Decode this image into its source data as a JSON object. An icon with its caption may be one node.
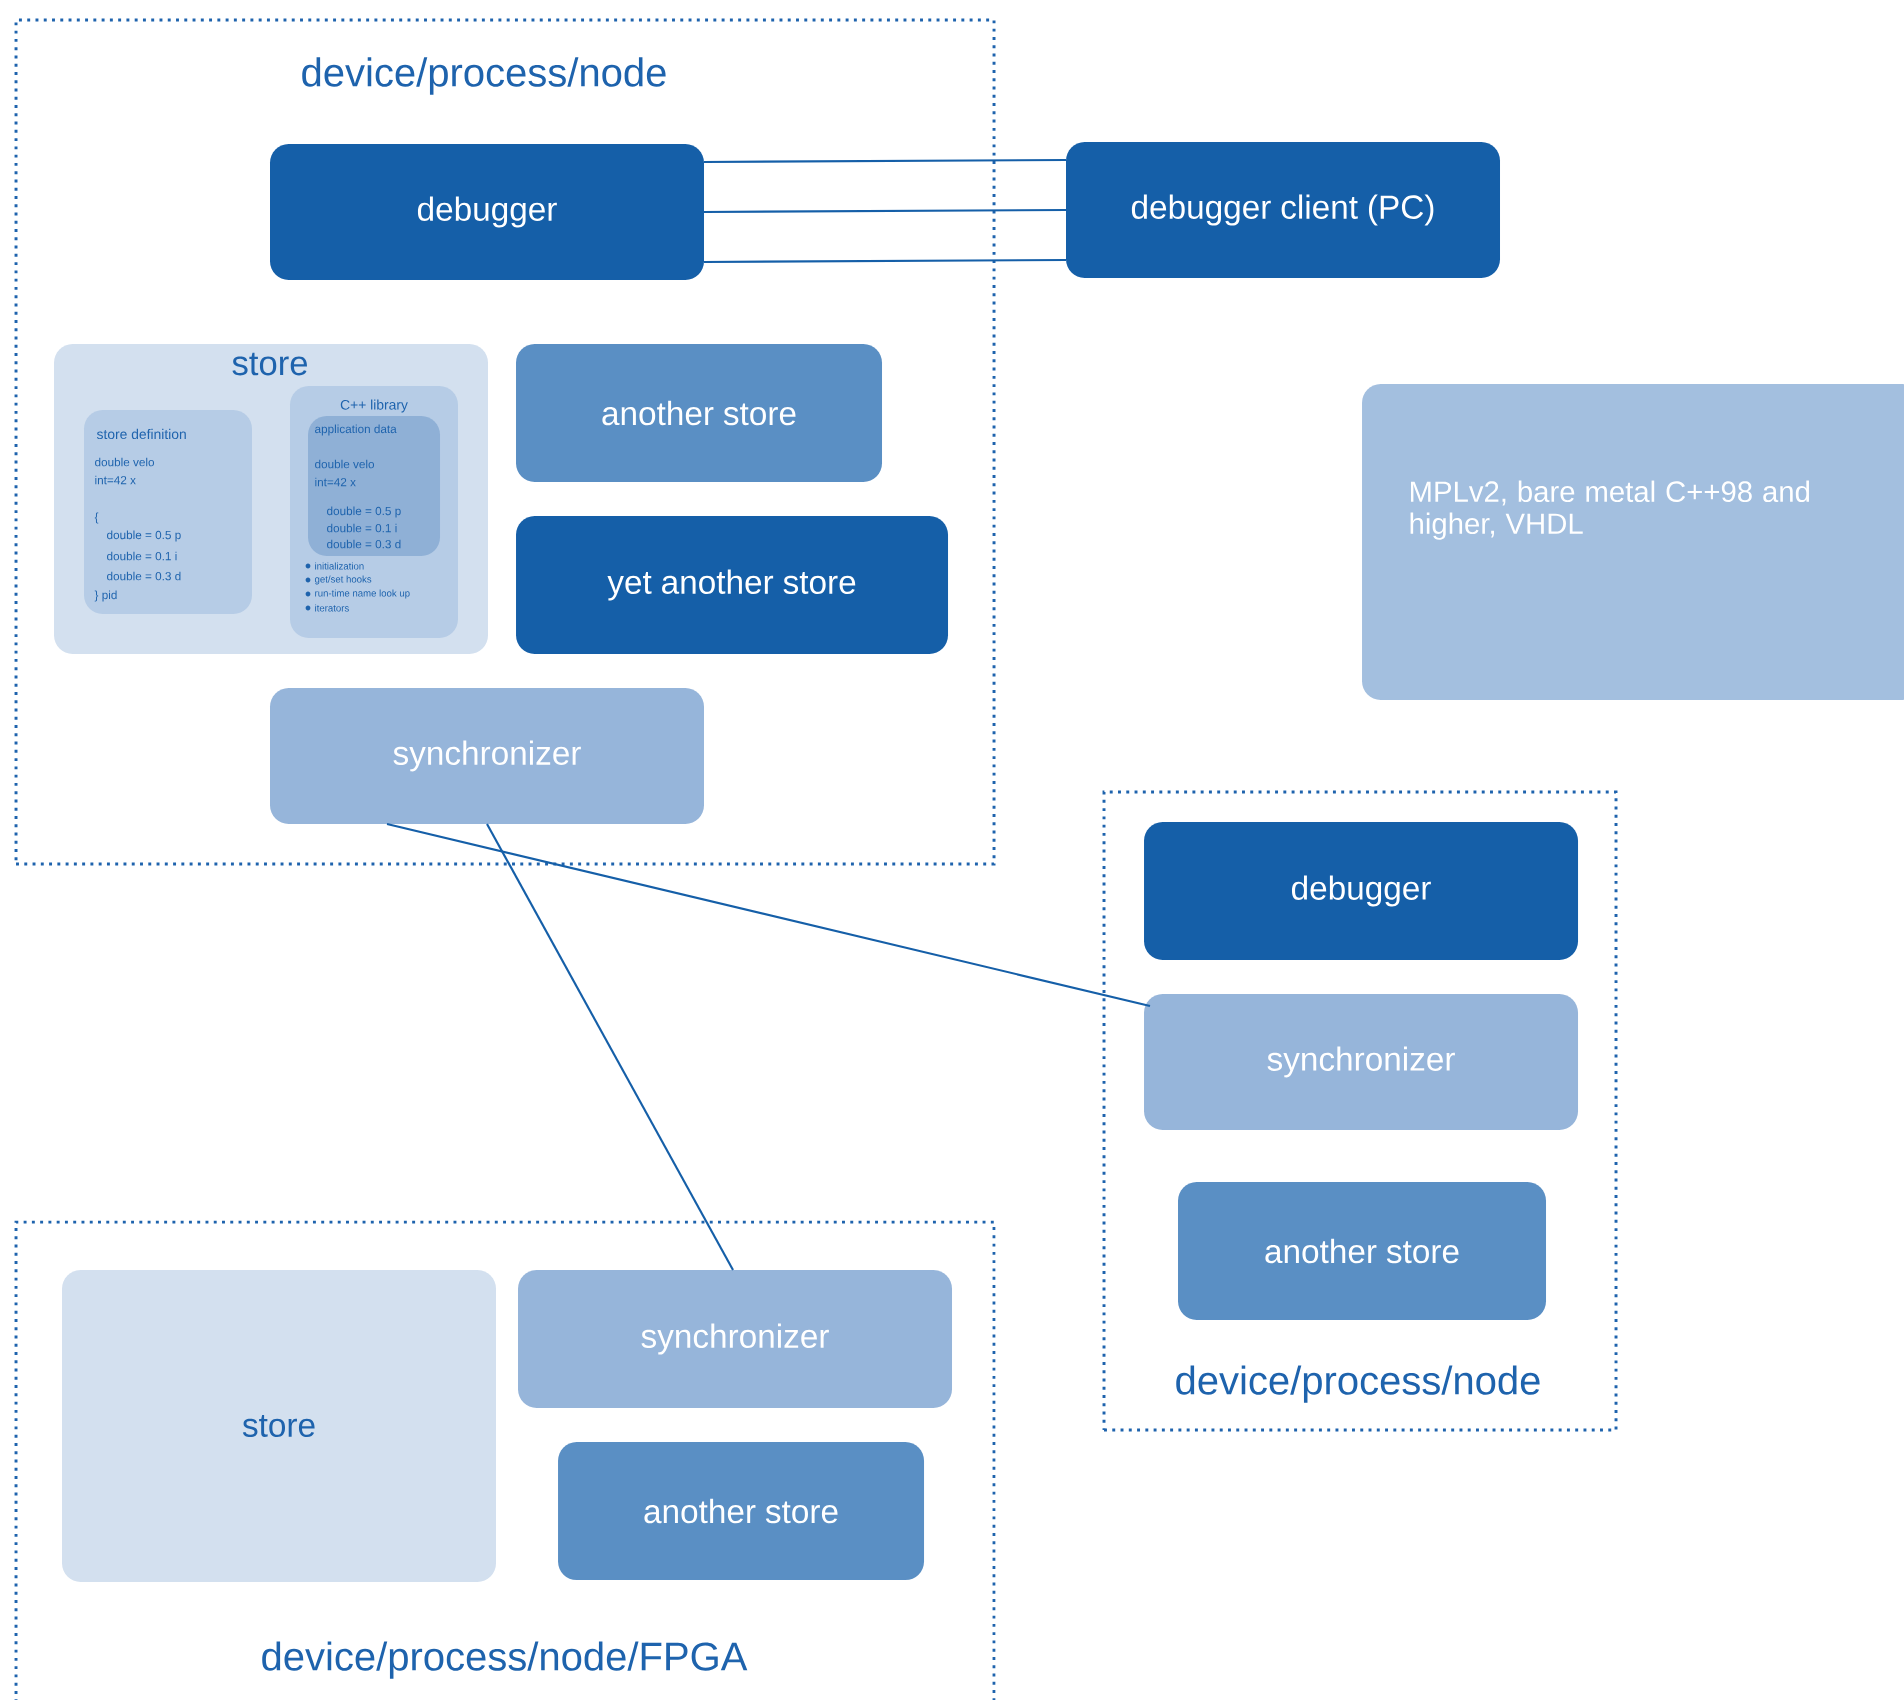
{
  "diagram": {
    "nodes": [
      {
        "text": [
          "device/process/node"
        ]
      },
      {
        "text": [
          "debugger"
        ],
        "in": 0
      },
      {
        "text": [
          "debugger client (PC)"
        ]
      },
      {
        "text": [
          "store"
        ],
        "in": 0
      },
      {
        "text": [
          "store definition",
          "double velo",
          "int=42 x",
          "{",
          "double = 0.5 p",
          "double = 0.1 i",
          "double = 0.3 d",
          "} pid"
        ],
        "in": 3
      },
      {
        "text": [
          "C++ library",
          "initialization",
          "get/set hooks",
          "run-time name look up",
          "iterators"
        ],
        "in": 3
      },
      {
        "text": [
          "application data",
          "double velo",
          "int=42 x",
          "double = 0.5 p",
          "double = 0.1 i",
          "double = 0.3 d"
        ],
        "in": 5
      },
      {
        "text": [
          "another store"
        ],
        "in": 0
      },
      {
        "text": [
          "yet another store"
        ],
        "in": 0
      },
      {
        "text": [
          "synchronizer"
        ],
        "in": 0
      },
      {
        "text": [
          "MPLv2, bare metal C++98 and higher, VHDL"
        ]
      },
      {
        "text": [
          "device/process/node"
        ]
      },
      {
        "text": [
          "debugger"
        ],
        "in": 11
      },
      {
        "text": [
          "synchronizer"
        ],
        "in": 11
      },
      {
        "text": [
          "another store"
        ],
        "in": 11
      },
      {
        "text": [
          "device/process/node/FPGA"
        ]
      },
      {
        "text": [
          "store"
        ],
        "in": 15
      },
      {
        "text": [
          "synchronizer"
        ],
        "in": 15
      },
      {
        "text": [
          "another store"
        ],
        "in": 15
      }
    ],
    "edges": [
      {
        "from": 1,
        "to": 2,
        "arrow": "none"
      },
      {
        "from": 1,
        "to": 2,
        "arrow": "none"
      },
      {
        "from": 1,
        "to": 2,
        "arrow": "none"
      },
      {
        "from": 9,
        "to": 13,
        "arrow": "none"
      },
      {
        "from": 9,
        "to": 17,
        "arrow": "none"
      }
    ]
  }
}
